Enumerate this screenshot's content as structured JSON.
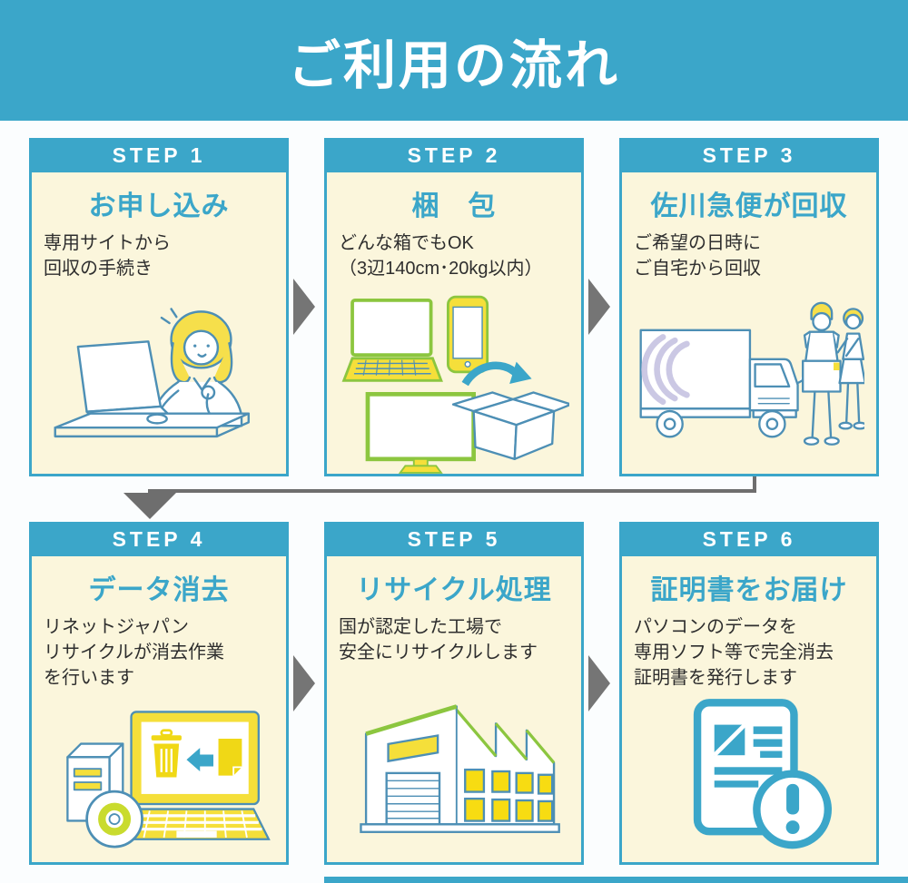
{
  "page": {
    "title": "ご利用の流れ",
    "colors": {
      "teal": "#3ba6c9",
      "cream": "#fbf6dc",
      "arrow_gray": "#757575",
      "text_dark": "#2e2e2e",
      "illustration_line_blue": "#4d8fb5",
      "accent_yellow": "#f5df3a",
      "accent_green": "#8cc63f",
      "accent_lavender": "#cbc8e4"
    }
  },
  "steps": [
    {
      "step_label": "STEP 1",
      "title": "お申し込み",
      "description": "専用サイトから\n回収の手続き",
      "illustration": "woman-at-laptop"
    },
    {
      "step_label": "STEP 2",
      "title": "梱　包",
      "description": "どんな箱でもOK\n（3辺140cm･20kg以内）",
      "illustration": "devices-into-box"
    },
    {
      "step_label": "STEP 3",
      "title": "佐川急便が回収",
      "description": "ご希望の日時に\nご自宅から回収",
      "illustration": "truck-pickup"
    },
    {
      "step_label": "STEP 4",
      "title": "データ消去",
      "description": "リネットジャパン\nリサイクルが消去作業\nを行います",
      "illustration": "data-erase-laptop"
    },
    {
      "step_label": "STEP 5",
      "title": "リサイクル処理",
      "description": "国が認定した工場で\n安全にリサイクルします",
      "illustration": "recycle-factory"
    },
    {
      "step_label": "STEP 6",
      "title": "証明書をお届け",
      "description": "パソコンのデータを\n専用ソフト等で完全消去\n証明書を発行します",
      "illustration": "certificate-document"
    }
  ]
}
